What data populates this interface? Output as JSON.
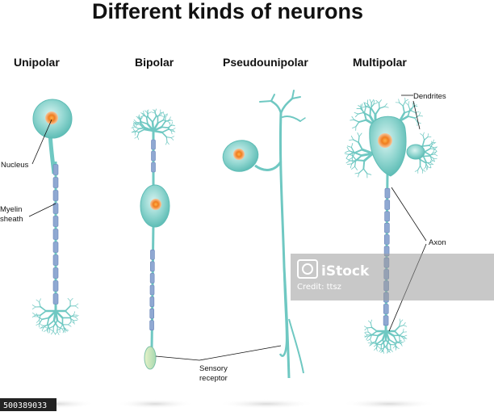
{
  "title": "Different kinds of neurons",
  "types": [
    {
      "key": "unipolar",
      "label": "Unipolar"
    },
    {
      "key": "bipolar",
      "label": "Bipolar"
    },
    {
      "key": "pseudounipolar",
      "label": "Pseudounipolar"
    },
    {
      "key": "multipolar",
      "label": "Multipolar"
    }
  ],
  "labels": {
    "nucleus": "Nucleus",
    "myelin_line1": "Myelin",
    "myelin_line2": "sheath",
    "dendrites": "Dendrites",
    "axon": "Axon",
    "sensory_line1": "Sensory",
    "sensory_line2": "receptor"
  },
  "watermark": {
    "brand": "iStock",
    "credit": "Credit: ttsz"
  },
  "stock_id": "500389033",
  "colors": {
    "cell": "#6fc8c2",
    "cell_light": "#b9e6e2",
    "nucleus": "#f07d1e",
    "myelin": "#8fa8d2",
    "myelin_stroke": "#6a86b9"
  }
}
